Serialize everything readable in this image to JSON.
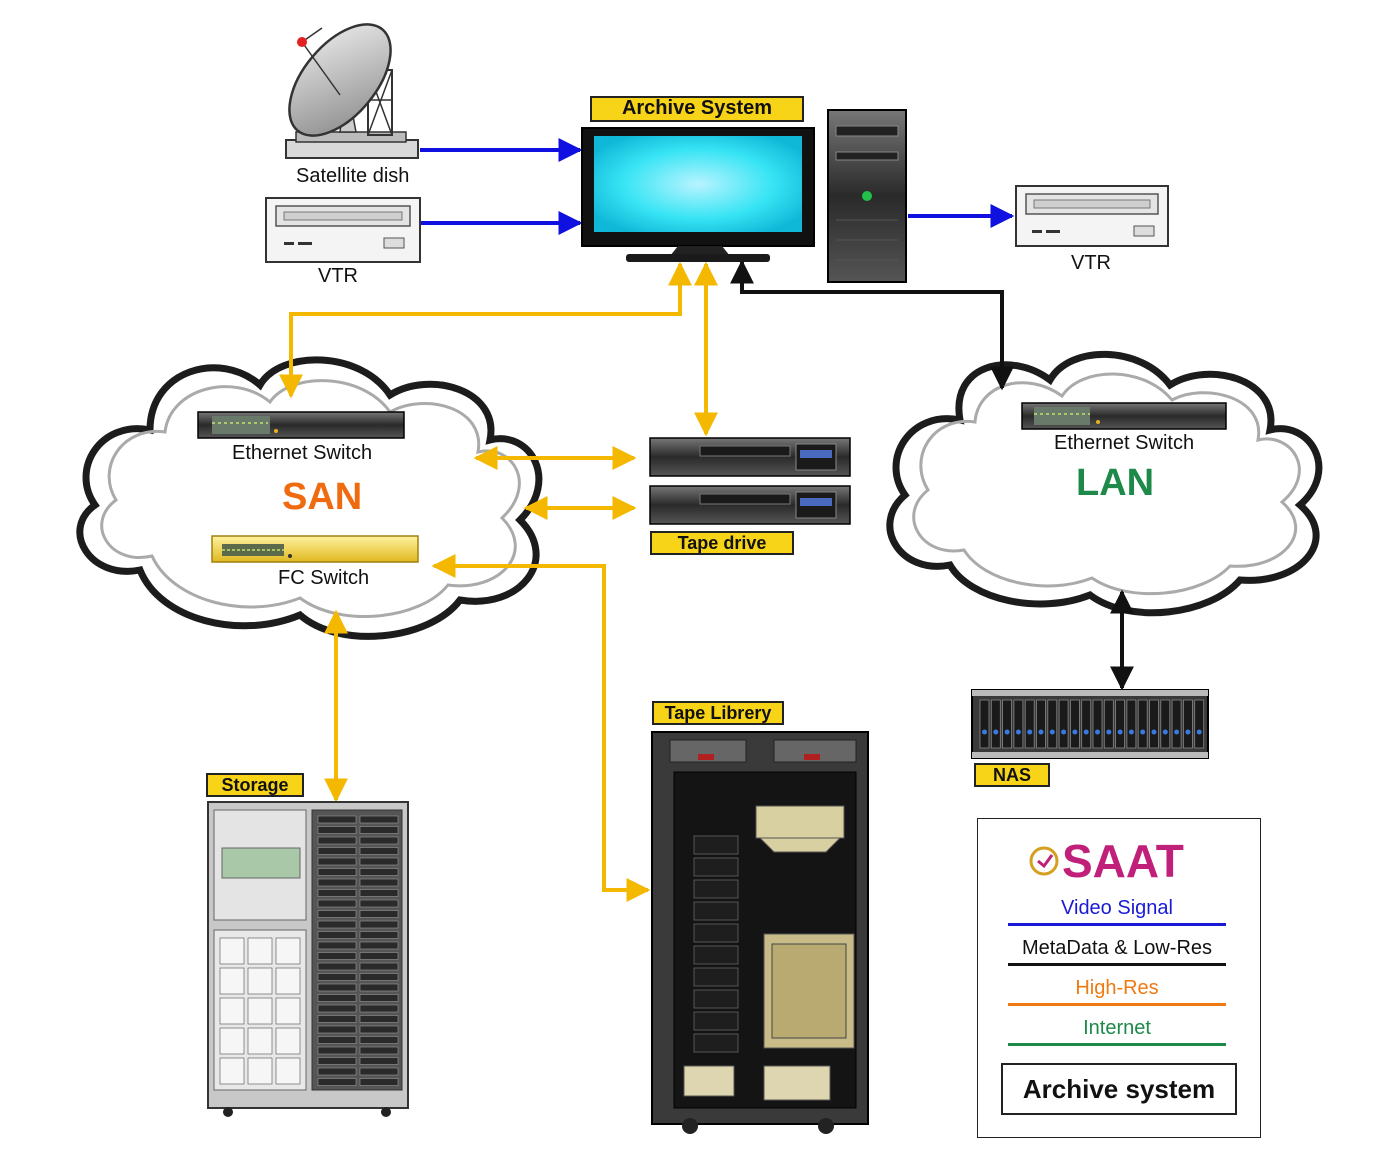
{
  "labels": {
    "satellite": "Satellite dish",
    "vtr_left": "VTR",
    "vtr_right": "VTR",
    "archive_system": "Archive System",
    "eth_switch_san": "Ethernet Switch",
    "san": "SAN",
    "fc_switch": "FC Switch",
    "tape_drive": "Tape drive",
    "eth_switch_lan": "Ethernet Switch",
    "lan": "LAN",
    "nas": "NAS",
    "tape_library": "Tape Librery",
    "storage": "Storage"
  },
  "legend": {
    "logo_text": "SAAT",
    "items": [
      {
        "label": "Video Signal",
        "color": "#1a1ad6"
      },
      {
        "label": "MetaData & Low-Res",
        "color": "#111111"
      },
      {
        "label": "High-Res",
        "color": "#f07a12"
      },
      {
        "label": "Internet",
        "color": "#1e8a4a"
      }
    ],
    "title": "Archive system"
  },
  "colors": {
    "video": "#1010e0",
    "metadata": "#111111",
    "highres": "#f5b800",
    "san_text": "#f06a10",
    "lan_text": "#1e8a4a",
    "tag_bg": "#f7d417",
    "logo": "#c0207a",
    "screen": "#37e4f4"
  }
}
